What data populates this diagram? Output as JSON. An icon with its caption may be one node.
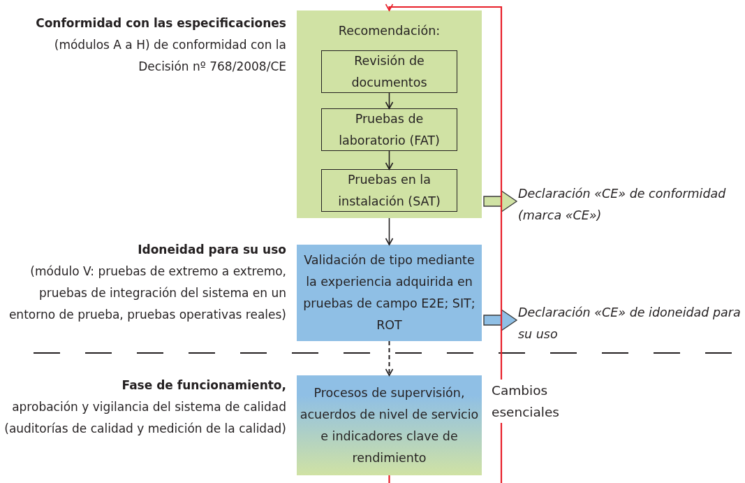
{
  "diagram": {
    "nodes": [
      {
        "text": [
          "Recomendación:"
        ]
      },
      {
        "text": [
          "Revisión de documentos"
        ],
        "in": 0
      },
      {
        "text": [
          "Pruebas de laboratorio (FAT)"
        ],
        "in": 0
      },
      {
        "text": [
          "Pruebas en la instalación (SAT)"
        ],
        "in": 0
      },
      {
        "text": [
          "Validación de tipo mediante la experiencia adquirida en pruebas de campo E2E; SIT; ROT"
        ]
      },
      {
        "text": [
          "Procesos de supervisión, acuerdos de nivel de servicio e indicadores clave de rendimiento"
        ]
      },
      {
        "text": [
          "Declaración «CE» de conformidad (marca «CE»)"
        ]
      },
      {
        "text": [
          "Declaración «CE» de idoneidad para su uso"
        ]
      }
    ],
    "edges": [
      {
        "from": 1,
        "to": 2,
        "arrow": "to"
      },
      {
        "from": 2,
        "to": 3,
        "arrow": "to"
      },
      {
        "from": 0,
        "to": 4,
        "arrow": "to"
      },
      {
        "from": 4,
        "to": 5,
        "arrow": "to",
        "style": "dashed"
      },
      {
        "from": 0,
        "to": 6,
        "arrow": "to",
        "style": "thick",
        "color": "#d0e2a4"
      },
      {
        "from": 4,
        "to": 7,
        "arrow": "to",
        "style": "thick",
        "color": "#8fbfe5"
      },
      {
        "from": 5,
        "to": 0,
        "arrow": "to",
        "color": "#e8202a",
        "label": "Cambios esenciales"
      }
    ],
    "labels": [
      "**Conformidad con las especificaciones** (módulos A a H) de conformidad con la Decisión nº 768/2008/CE",
      "**Idoneidad para su uso** (módulo V: pruebas de extremo a extremo, pruebas de integración del sistema en un entorno de prueba, pruebas operativas reales)",
      "**Fase de funcionamiento,** aprobación y vigilancia del sistema de calidad (auditorías de calidad y medición de la calidad)"
    ]
  }
}
